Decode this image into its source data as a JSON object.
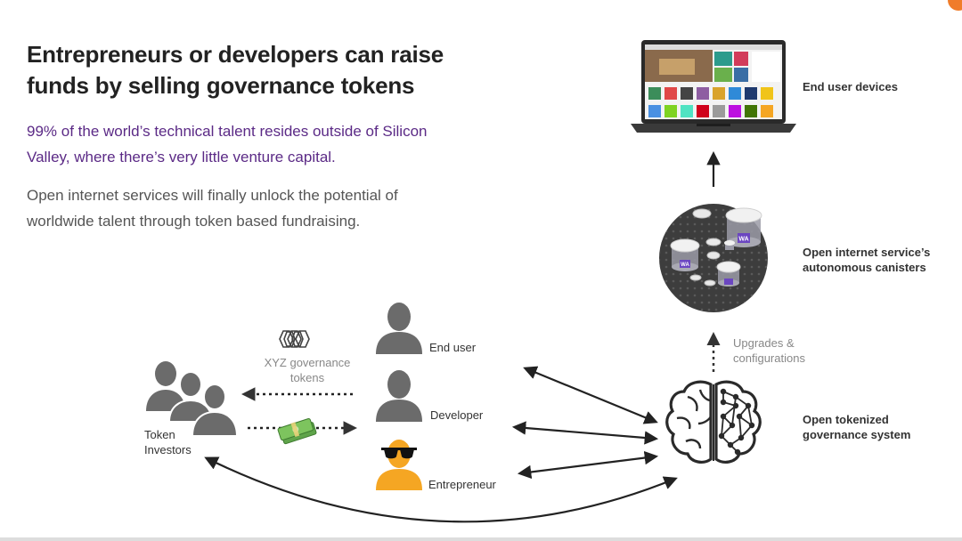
{
  "slide": {
    "title_line1": "Entrepreneurs or developers can raise",
    "title_line2": "funds by selling governance tokens",
    "subtitle_line1": "99% of the world’s technical talent resides outside of Silicon",
    "subtitle_line2": "Valley, where there’s very little venture capital.",
    "body_line1": "Open internet services will finally unlock the potential of",
    "body_line2": "worldwide talent through token based fundraising."
  },
  "diagram": {
    "end_user_devices": "End user devices",
    "canisters_line1": "Open internet service’s",
    "canisters_line2": "autonomous canisters",
    "canister_badge": "WA",
    "upgrades_line1": "Upgrades &",
    "upgrades_line2": "configurations",
    "governance_line1": "Open tokenized",
    "governance_line2": "governance system",
    "end_user": "End user",
    "developer": "Developer",
    "entrepreneur": "Entrepreneur",
    "tokens_line1": "XYZ governance",
    "tokens_line2": "tokens",
    "investors_line1": "Token",
    "investors_line2": "Investors",
    "colors": {
      "title": "#222222",
      "subtitle": "#5b2a86",
      "body": "#555555",
      "person_gray": "#6b6b6b",
      "entrepreneur": "#f5a623",
      "canister_bg": "#3d3d3d",
      "accent": "#f07c2a"
    }
  }
}
